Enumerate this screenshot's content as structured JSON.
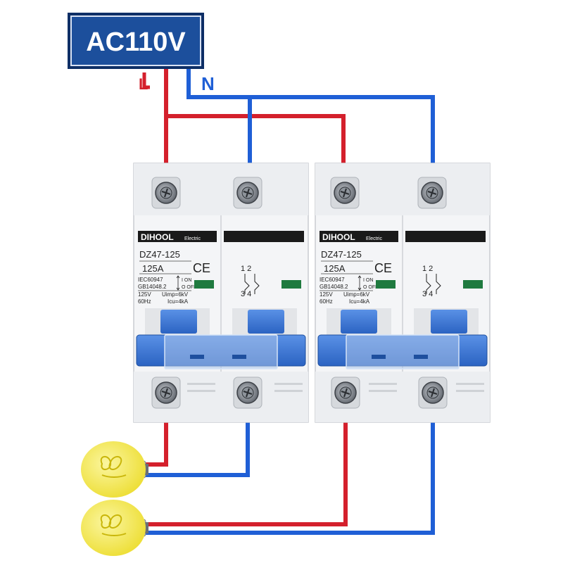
{
  "supply": {
    "voltage": "AC110V",
    "live": "L",
    "neutral": "N"
  },
  "colors": {
    "live_wire": "#d4202c",
    "neutral_wire": "#1f5fd6",
    "badge_fill": "#1c4f9c",
    "handle": "#3d77d4",
    "bulb": "#f2e64a"
  },
  "breakers": [
    {
      "brand": "DIHOOL",
      "brand_suffix": "Electric",
      "model": "DZ47-125",
      "current": "125A",
      "ce": "CE",
      "standard1": "IEC60947",
      "standard2": "GB14048.2",
      "on_label": "I ON",
      "off_label": "O OFF",
      "voltage": "125V",
      "frequency": "60Hz",
      "uimp": "Uimp=6kV",
      "icu": "Icu=4kA",
      "terminals_top": "1  2",
      "terminals_bottom": "3  4"
    },
    {
      "brand": "DIHOOL",
      "brand_suffix": "Electric",
      "model": "DZ47-125",
      "current": "125A",
      "ce": "CE",
      "standard1": "IEC60947",
      "standard2": "GB14048.2",
      "on_label": "I ON",
      "off_label": "O OFF",
      "voltage": "125V",
      "frequency": "60Hz",
      "uimp": "Uimp=6kV",
      "icu": "Icu=4kA",
      "terminals_top": "1  2",
      "terminals_bottom": "3  4"
    }
  ],
  "loads": [
    {
      "icon": "light-bulb-icon"
    },
    {
      "icon": "light-bulb-icon"
    }
  ]
}
